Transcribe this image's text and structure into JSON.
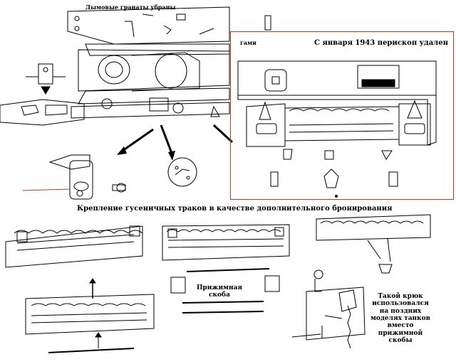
{
  "labels": {
    "smoke_grenades_removed": "Дымовые гранаты убраны",
    "periscope_removed": "С января 1943 перископ удален",
    "track_armor_caption": "Крепление гусеничных траков в качестве дополнительного бронирования",
    "clamping_bracket": "Прижимная скоба",
    "hook_note": "Такой крюк использовался на поздних моделях танков вместо прижимной скобы",
    "cut_label": "гами"
  },
  "colors": {
    "ink": "#000000",
    "inset_border": "#c0392b",
    "red_pointer": "#c0392b"
  }
}
